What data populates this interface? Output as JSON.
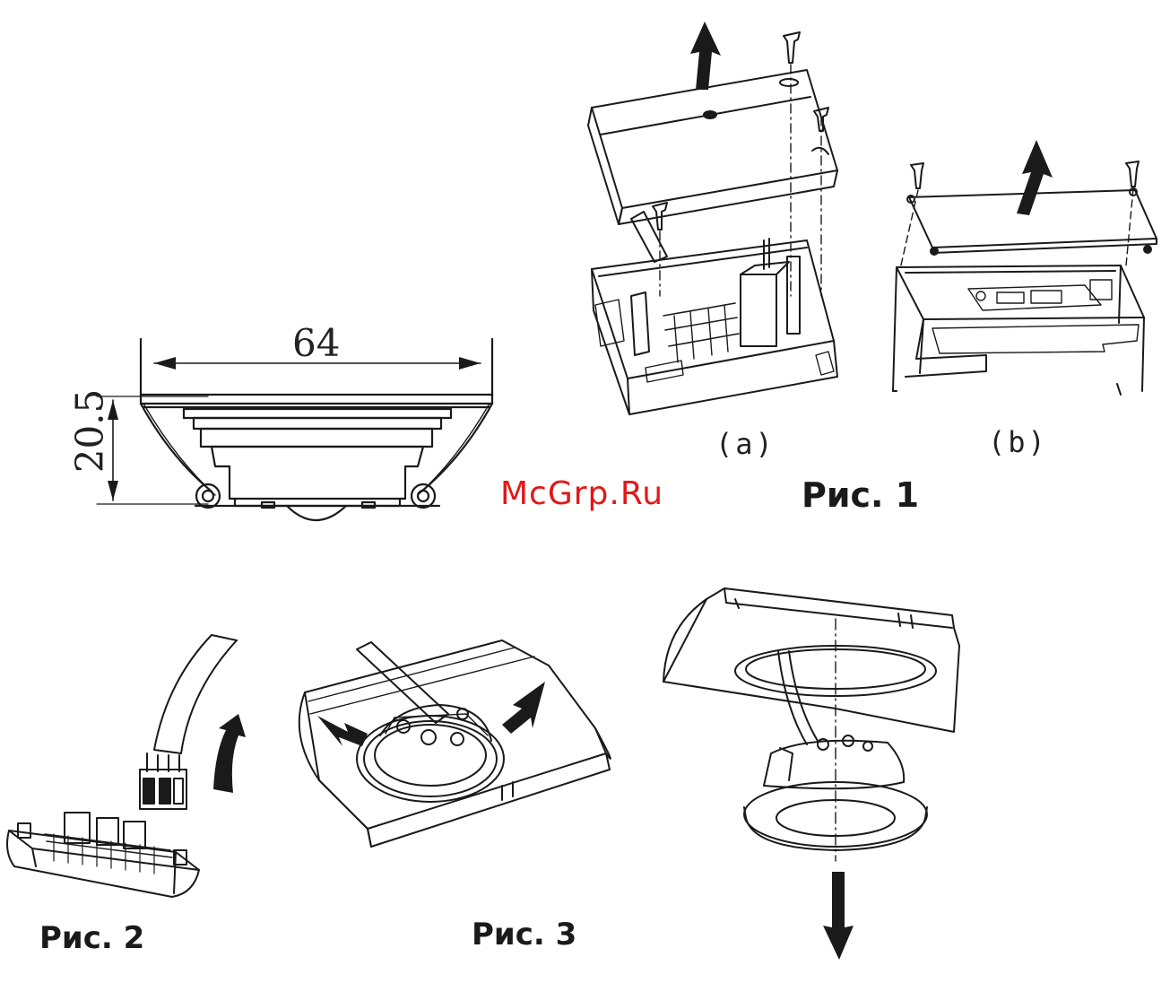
{
  "dimension_width": "64",
  "dimension_height": "20.5",
  "sublabel_a": "(a)",
  "sublabel_b": "(b)",
  "watermark": "McGrp.Ru",
  "fig1_label": "Рис. 1",
  "fig2_label": "Рис. 2",
  "fig3_label": "Рис. 3",
  "colors": {
    "line": "#1a1a1a",
    "watermark": "#e21818",
    "background": "#ffffff"
  }
}
